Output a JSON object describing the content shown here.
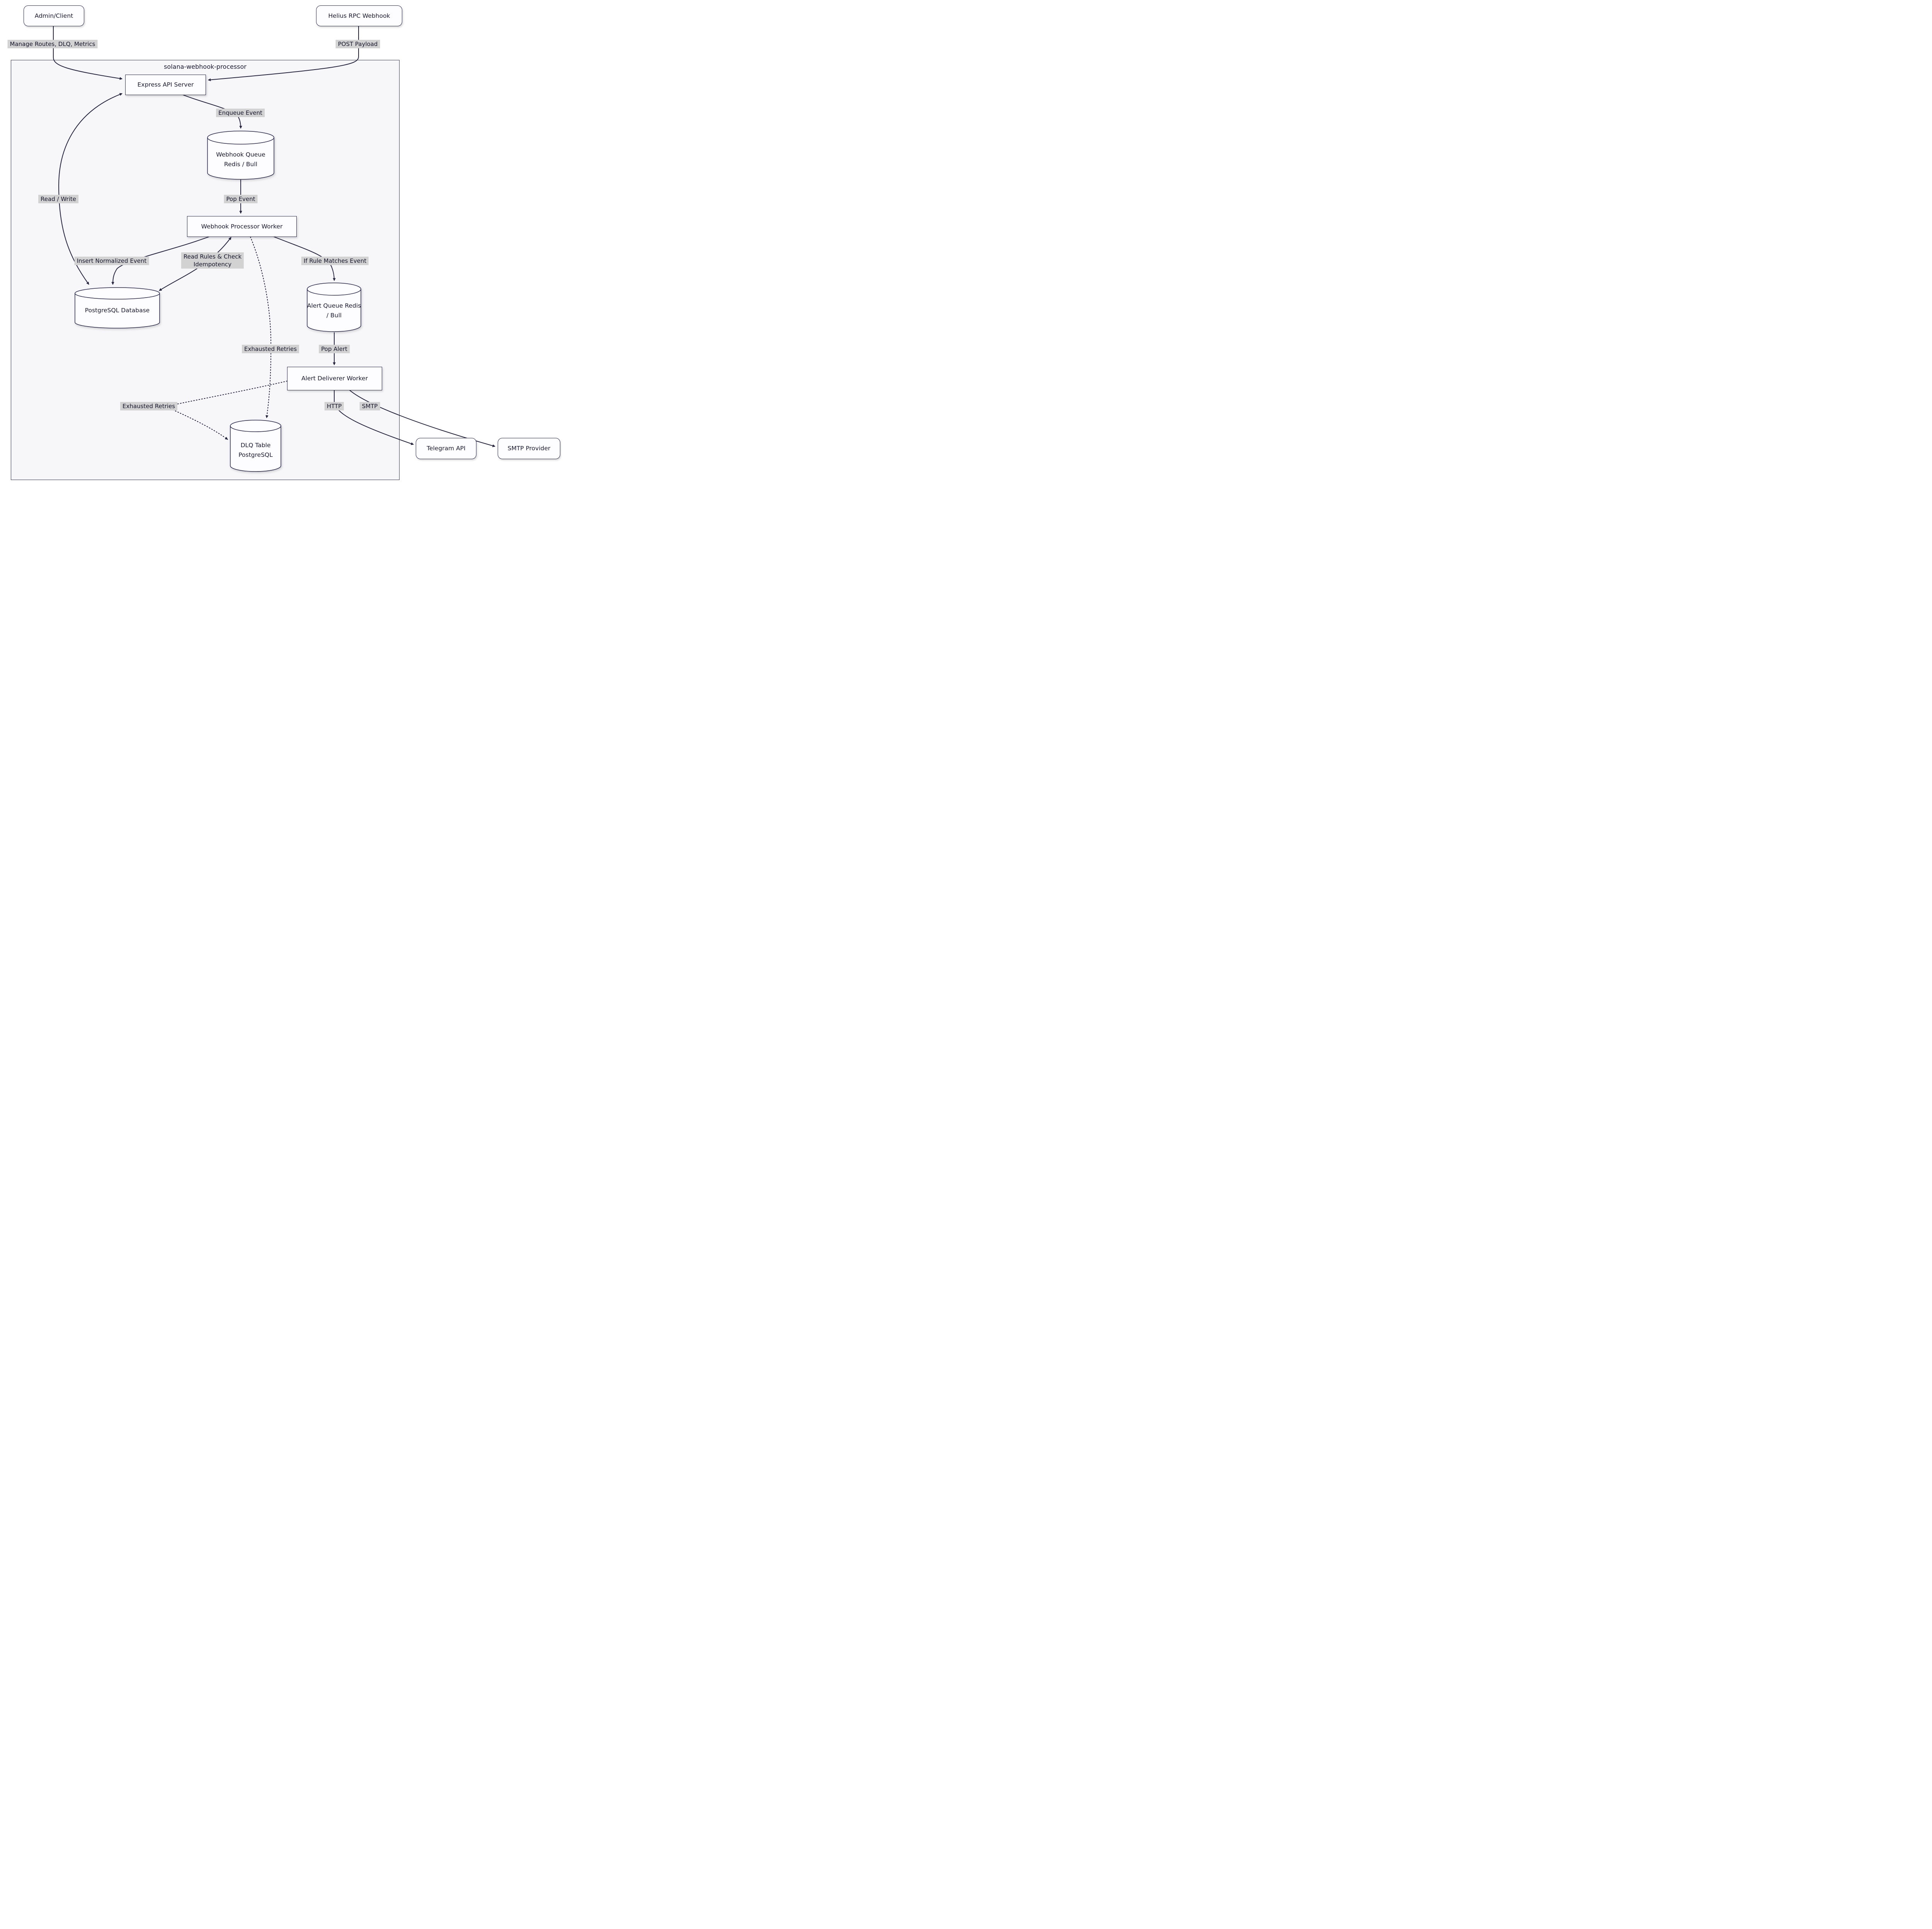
{
  "diagram": {
    "type": "flowchart",
    "subgraph": {
      "title": "solana-webhook-processor"
    },
    "nodes": {
      "admin_client": {
        "label": "Admin/Client",
        "shape": "rounded"
      },
      "helius_rpc": {
        "label": "Helius RPC Webhook",
        "shape": "rounded"
      },
      "express_api": {
        "label": "Express API Server",
        "shape": "rect"
      },
      "webhook_queue": {
        "line1": "Webhook Queue",
        "line2": "Redis / Bull",
        "shape": "cylinder"
      },
      "processor_worker": {
        "label": "Webhook Processor Worker",
        "shape": "rect"
      },
      "postgres_db": {
        "label": "PostgreSQL Database",
        "shape": "cylinder"
      },
      "alert_queue": {
        "line1": "Alert Queue",
        "line2": "Redis / Bull",
        "shape": "cylinder"
      },
      "alert_deliverer": {
        "label": "Alert Deliverer Worker",
        "shape": "rect"
      },
      "dlq_table": {
        "line1": "DLQ Table",
        "line2": "PostgreSQL",
        "shape": "cylinder"
      },
      "telegram_api": {
        "label": "Telegram API",
        "shape": "rounded"
      },
      "smtp_provider": {
        "label": "SMTP Provider",
        "shape": "rounded"
      }
    },
    "edges": {
      "admin_to_express": "Manage Routes, DLQ, Metrics",
      "helius_to_express": "POST Payload",
      "express_to_queue": "Enqueue Event",
      "queue_to_worker": "Pop Event",
      "express_db_read_write": "Read / Write",
      "worker_insert_db": "Insert Normalized Event",
      "worker_db_rules_line1": "Read Rules & Check",
      "worker_db_rules_line2": "Idempotency",
      "worker_to_alert_queue": "If Rule Matches Event",
      "worker_to_dlq": "Exhausted Retries",
      "alert_queue_to_deliverer": "Pop Alert",
      "deliverer_to_dlq": "Exhausted Retries",
      "deliverer_http": "HTTP",
      "deliverer_smtp": "SMTP"
    },
    "colors": {
      "node_fill": "#fdfdff",
      "node_border": "#28284d",
      "text": "#181830",
      "edge": "#25253f",
      "edge_label_bg": "#d2d2d2",
      "subgraph_fill": "#f7f7fa",
      "subgraph_border": "#30304f"
    }
  }
}
